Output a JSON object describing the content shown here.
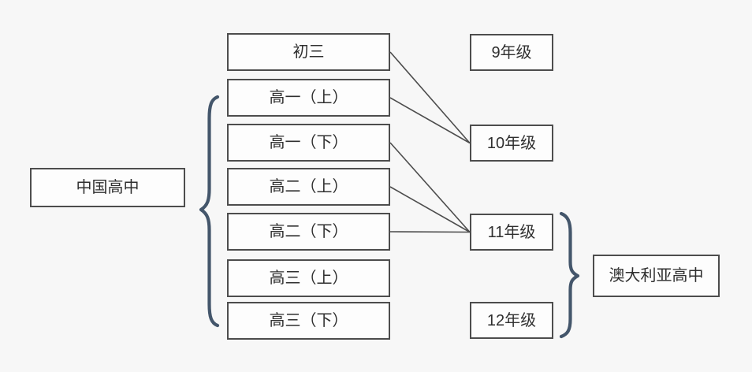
{
  "diagram": {
    "left_group_label": "中国高中",
    "right_group_label": "澳大利亚高中",
    "china_terms": [
      "初三",
      "高一（上）",
      "高一（下）",
      "高二（上）",
      "高二（下）",
      "高三（上）",
      "高三（下）"
    ],
    "australia_grades": [
      "9年级",
      "10年级",
      "11年级",
      "12年级"
    ],
    "connections": [
      {
        "from": "初三",
        "to": "10年级"
      },
      {
        "from": "高一（上）",
        "to": "10年级"
      },
      {
        "from": "高一（下）",
        "to": "11年级"
      },
      {
        "from": "高二（上）",
        "to": "11年级"
      },
      {
        "from": "高二（下）",
        "to": "11年级"
      }
    ],
    "icons": {
      "left_brace": "{",
      "right_brace": "}"
    },
    "colors": {
      "background": "#f7f7f7",
      "box_fill": "#fdfdfd",
      "box_border": "#4d4d4d",
      "text": "#2f2f2f",
      "line": "#4d4d4d",
      "brace": "#44566b"
    }
  }
}
